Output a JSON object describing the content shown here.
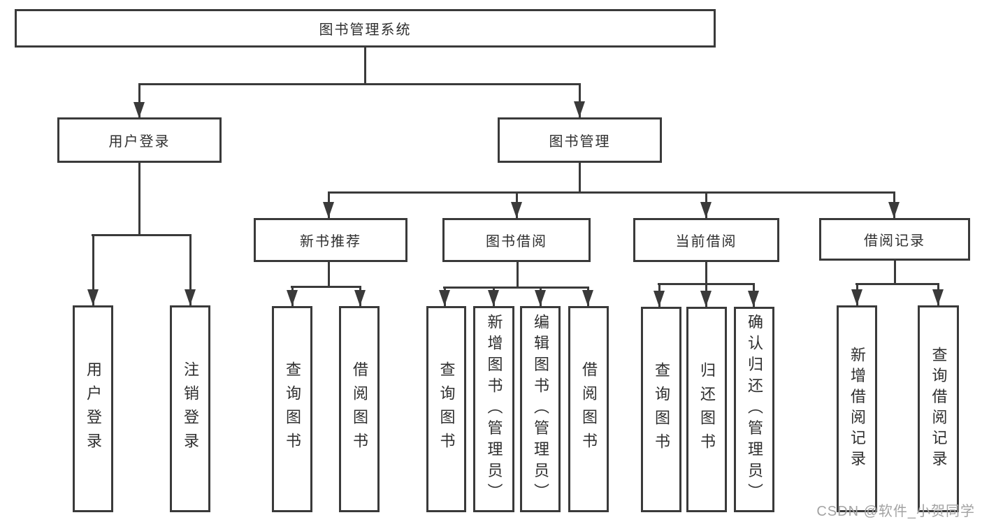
{
  "colors": {
    "line": "#3a3a3a",
    "text": "#2f2f2f",
    "background": "#ffffff",
    "watermark_gray": "#a3a3a3"
  },
  "root": "图书管理系统",
  "level1": {
    "user_login": "用户登录",
    "book_mgmt": "图书管理"
  },
  "level2": {
    "new_books": "新书推荐",
    "book_borrow": "图书借阅",
    "current_borrow": "当前借阅",
    "borrow_records": "借阅记录"
  },
  "leaves": {
    "user_login_1": "用户登录",
    "user_login_2": "注销登录",
    "new_books_1": "查询图书",
    "new_books_2": "借阅图书",
    "book_borrow_1": "查询图书",
    "book_borrow_2": "新增图书（管理员）",
    "book_borrow_3": "编辑图书（管理员）",
    "book_borrow_4": "借阅图书",
    "current_borrow_1": "查询图书",
    "current_borrow_2": "归还图书",
    "current_borrow_3": "确认归还（管理员）",
    "borrow_records_1": "新增借阅记录",
    "borrow_records_2": "查询借阅记录"
  },
  "hierarchy": {
    "图书管理系统": [
      "用户登录",
      "图书管理"
    ],
    "用户登录": [
      "用户登录",
      "注销登录"
    ],
    "图书管理": [
      "新书推荐",
      "图书借阅",
      "当前借阅",
      "借阅记录"
    ],
    "新书推荐": [
      "查询图书",
      "借阅图书"
    ],
    "图书借阅": [
      "查询图书",
      "新增图书（管理员）",
      "编辑图书（管理员）",
      "借阅图书"
    ],
    "当前借阅": [
      "查询图书",
      "归还图书",
      "确认归还（管理员）"
    ],
    "借阅记录": [
      "新增借阅记录",
      "查询借阅记录"
    ]
  },
  "watermark": "CSDN @软件_小贺同学"
}
